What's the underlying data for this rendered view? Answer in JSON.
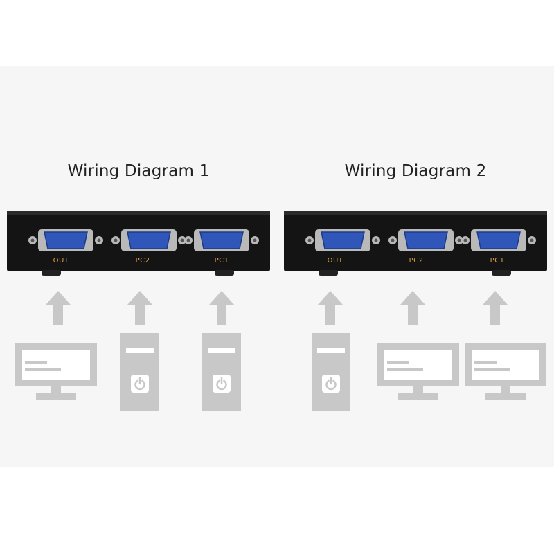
{
  "colors": {
    "device_gray": "#c8c8c8",
    "device_white": "#ffffff",
    "switch_body": "#141414",
    "port_blue": "#2f56b8",
    "port_metal": "#b9b9b9",
    "label_orange": "#e0a04a"
  },
  "diagrams": [
    {
      "title": "Wiring Diagram 1",
      "ports": [
        {
          "label": "OUT",
          "connects_to": "monitor-icon"
        },
        {
          "label": "PC2",
          "connects_to": "pc-tower-icon"
        },
        {
          "label": "PC1",
          "connects_to": "pc-tower-icon"
        }
      ]
    },
    {
      "title": "Wiring Diagram 2",
      "ports": [
        {
          "label": "OUT",
          "connects_to": "pc-tower-icon"
        },
        {
          "label": "PC2",
          "connects_to": "monitor-icon"
        },
        {
          "label": "PC1",
          "connects_to": "monitor-icon"
        }
      ]
    }
  ]
}
